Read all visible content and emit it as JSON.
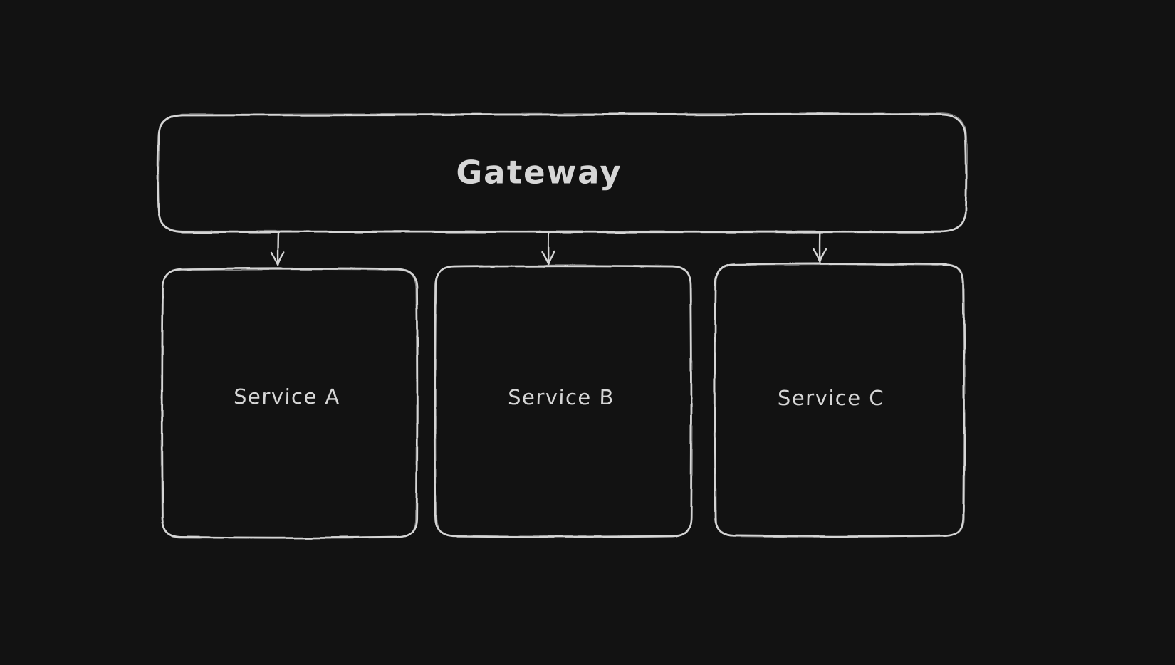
{
  "canvas": {
    "background_color": "#121212",
    "stroke_color": "#d5d5d5",
    "text_color": "#d6d6d6",
    "style": "hand-drawn"
  },
  "diagram": {
    "nodes": [
      {
        "id": "gateway",
        "label": "Gateway",
        "shape": "rectangle"
      },
      {
        "id": "service-a",
        "label": "Service A",
        "shape": "rectangle"
      },
      {
        "id": "service-b",
        "label": "Service B",
        "shape": "rectangle"
      },
      {
        "id": "service-c",
        "label": "Service C",
        "shape": "rectangle"
      }
    ],
    "edges": [
      {
        "from": "Gateway",
        "to": "Service A",
        "type": "arrow",
        "direction": "down"
      },
      {
        "from": "Gateway",
        "to": "Service B",
        "type": "arrow",
        "direction": "down"
      },
      {
        "from": "Gateway",
        "to": "Service C",
        "type": "arrow",
        "direction": "down"
      }
    ]
  }
}
